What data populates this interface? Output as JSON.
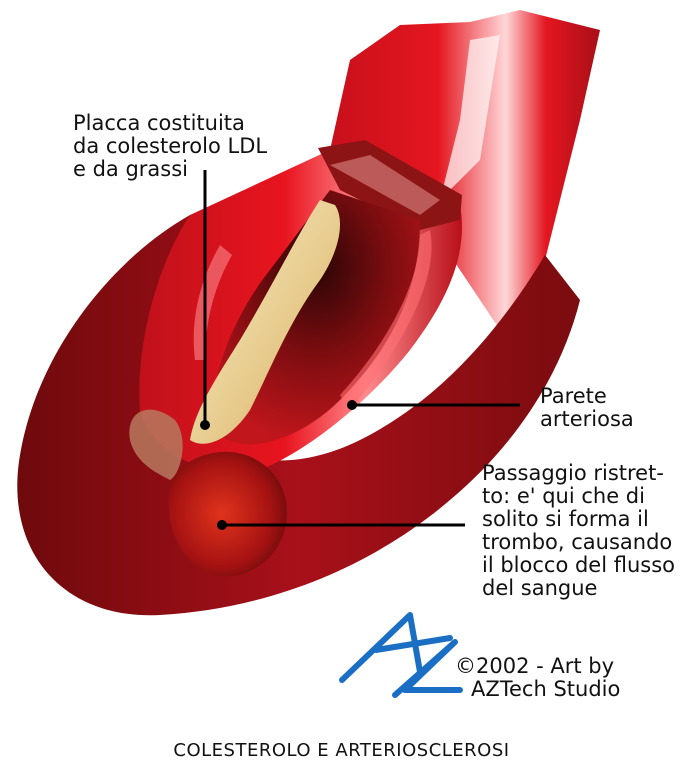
{
  "labels": {
    "plaque": [
      "Placca costituita",
      "da colesterolo LDL",
      "e da grassi"
    ],
    "wall": [
      "Parete",
      "arteriosa"
    ],
    "narrowing": [
      "Passaggio ristret-",
      "to: e' qui che di",
      "solito si forma il",
      "trombo, causando",
      "il blocco del flusso",
      "del sangue"
    ]
  },
  "credit": [
    "©2002 - Art by",
    "AZTech Studio"
  ],
  "logo_text": "AZ",
  "caption": "COLESTEROLO E ARTERIOSCLEROSI",
  "colors": {
    "artery_dark": "#7a0c0c",
    "artery_mid": "#b3121a",
    "artery_bright": "#e0141e",
    "plaque": "#f3e6b4",
    "logo": "#1a6fc4"
  }
}
